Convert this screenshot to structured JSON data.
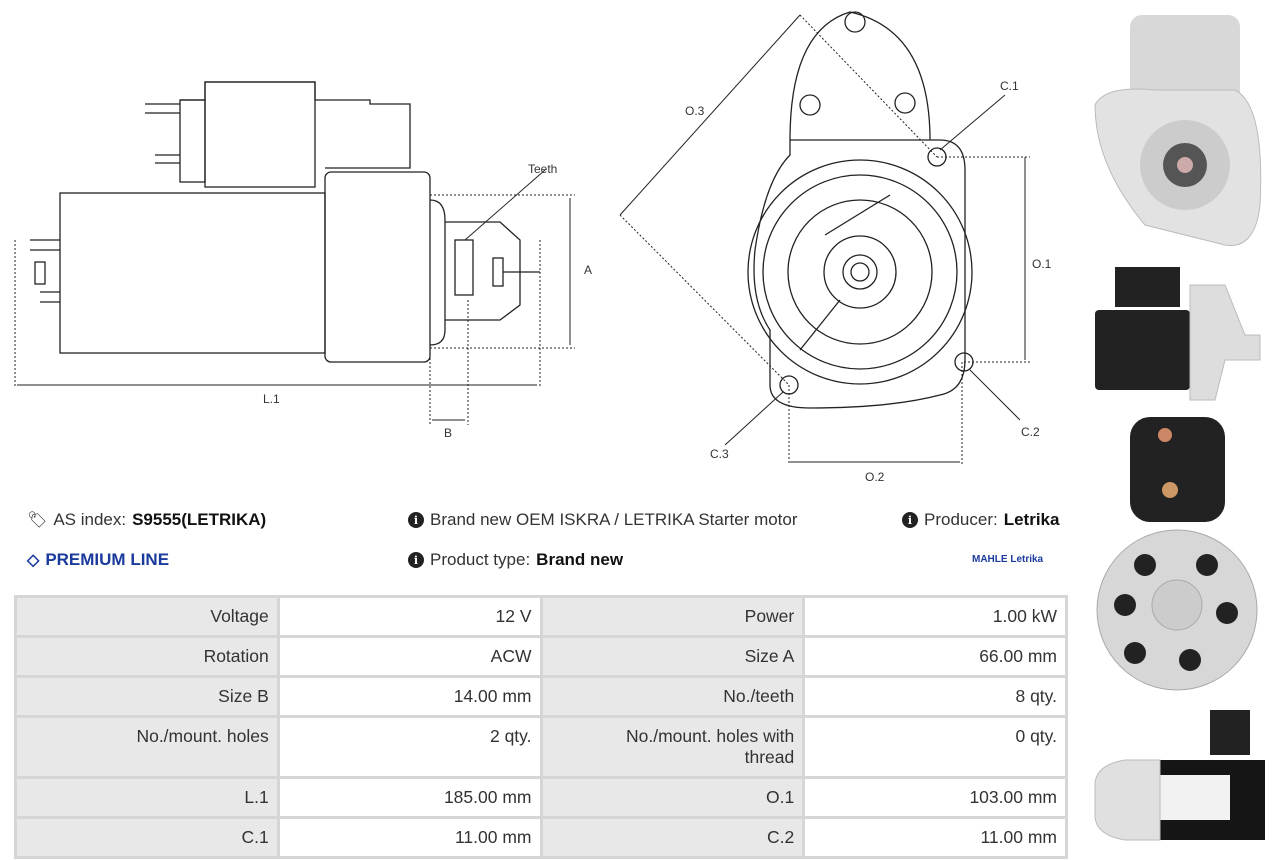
{
  "drawing": {
    "side_labels": {
      "teeth": "Teeth",
      "a": "A",
      "b": "B",
      "l1": "L.1"
    },
    "front_labels": {
      "o3": "O.3",
      "c1": "C.1",
      "o1": "O.1",
      "c2": "C.2",
      "c3": "C.3",
      "o2": "O.2"
    }
  },
  "info": {
    "as_index_label": "AS index:",
    "as_index_value": "S9555(LETRIKA)",
    "description": "Brand new OEM ISKRA / LETRIKA Starter motor",
    "producer_label": "Producer:",
    "producer_value": "Letrika",
    "premium": "PREMIUM LINE",
    "product_type_label": "Product type:",
    "product_type_value": "Brand new",
    "brand_logo": "MAHLE Letrika"
  },
  "specs": [
    [
      "Voltage",
      "12 V",
      "Power",
      "1.00 kW"
    ],
    [
      "Rotation",
      "ACW",
      "Size A",
      "66.00 mm"
    ],
    [
      "Size B",
      "14.00 mm",
      "No./teeth",
      "8 qty."
    ],
    [
      "No./mount. holes",
      "2 qty.",
      "No./mount. holes with thread",
      "0 qty."
    ],
    [
      "L.1",
      "185.00 mm",
      "O.1",
      "103.00 mm"
    ],
    [
      "C.1",
      "11.00 mm",
      "C.2",
      "11.00 mm"
    ]
  ],
  "colors": {
    "accent": "#1a3a9c",
    "label_bg": "#e8e8e8",
    "border": "#d6d6d6"
  }
}
